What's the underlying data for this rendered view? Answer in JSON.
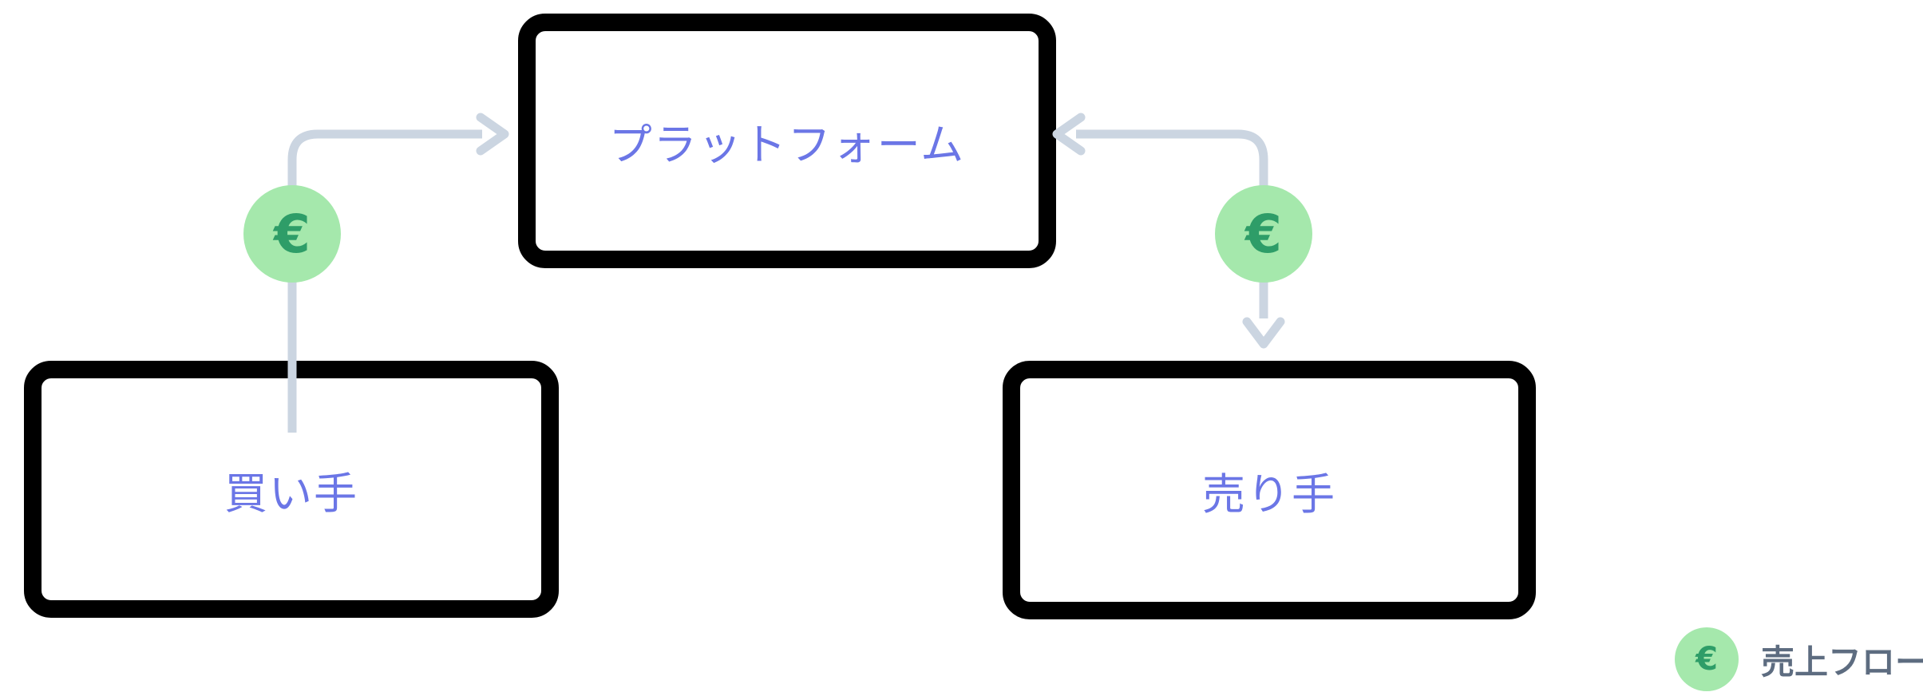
{
  "diagram_type": "flowchart",
  "colors": {
    "background": "#ffffff",
    "node_border": "#000000",
    "node_fill": "#ffffff",
    "node_label": "#6b76e6",
    "connector": "#cbd5e1",
    "badge_fill": "#a5e8ac",
    "badge_symbol": "#2e9d68",
    "legend_text": "#5d6c80"
  },
  "nodes": {
    "platform": {
      "label": "プラットフォーム"
    },
    "buyer": {
      "label": "買い手"
    },
    "seller": {
      "label": "売り手"
    }
  },
  "edges": [
    {
      "from": "買い手",
      "to": "プラットフォーム",
      "badge": "€",
      "arrows": "to"
    },
    {
      "from": "プラットフォーム",
      "to": "売り手",
      "badge": "€",
      "arrows": "both"
    }
  ],
  "legend": {
    "symbol": "€",
    "label": "売上フロー"
  }
}
